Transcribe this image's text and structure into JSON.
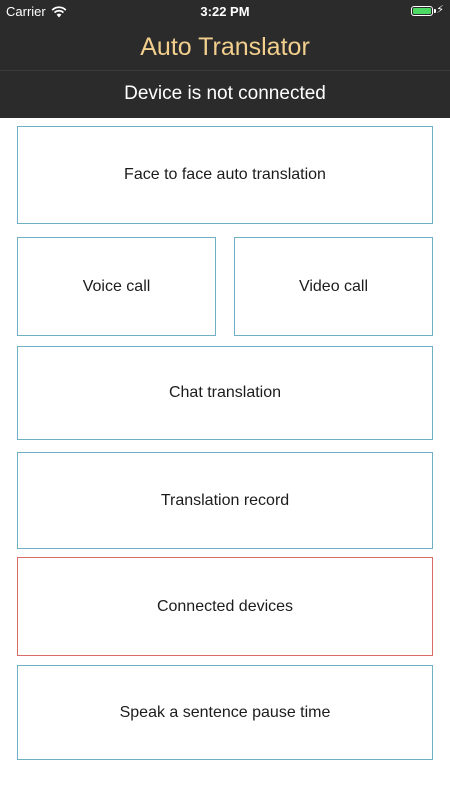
{
  "status_bar": {
    "carrier": "Carrier",
    "time": "3:22 PM",
    "battery_level": 1.0,
    "battery_color": "#4cd964"
  },
  "header": {
    "title": "Auto Translator",
    "title_color": "#f2cf8d",
    "background": "#2b2b2b",
    "connection_status": "Device is not connected"
  },
  "menu": {
    "face_to_face": "Face to face auto translation",
    "voice_call": "Voice call",
    "video_call": "Video call",
    "chat_translation": "Chat translation",
    "translation_record": "Translation record",
    "connected_devices": "Connected devices",
    "pause_time": "Speak a sentence pause time"
  },
  "colors": {
    "tile_border": "#6fb0c4",
    "alert_border": "#d96a66"
  },
  "icons": {
    "wifi": "wifi-icon",
    "battery": "battery-icon",
    "charging": "bolt-icon"
  }
}
